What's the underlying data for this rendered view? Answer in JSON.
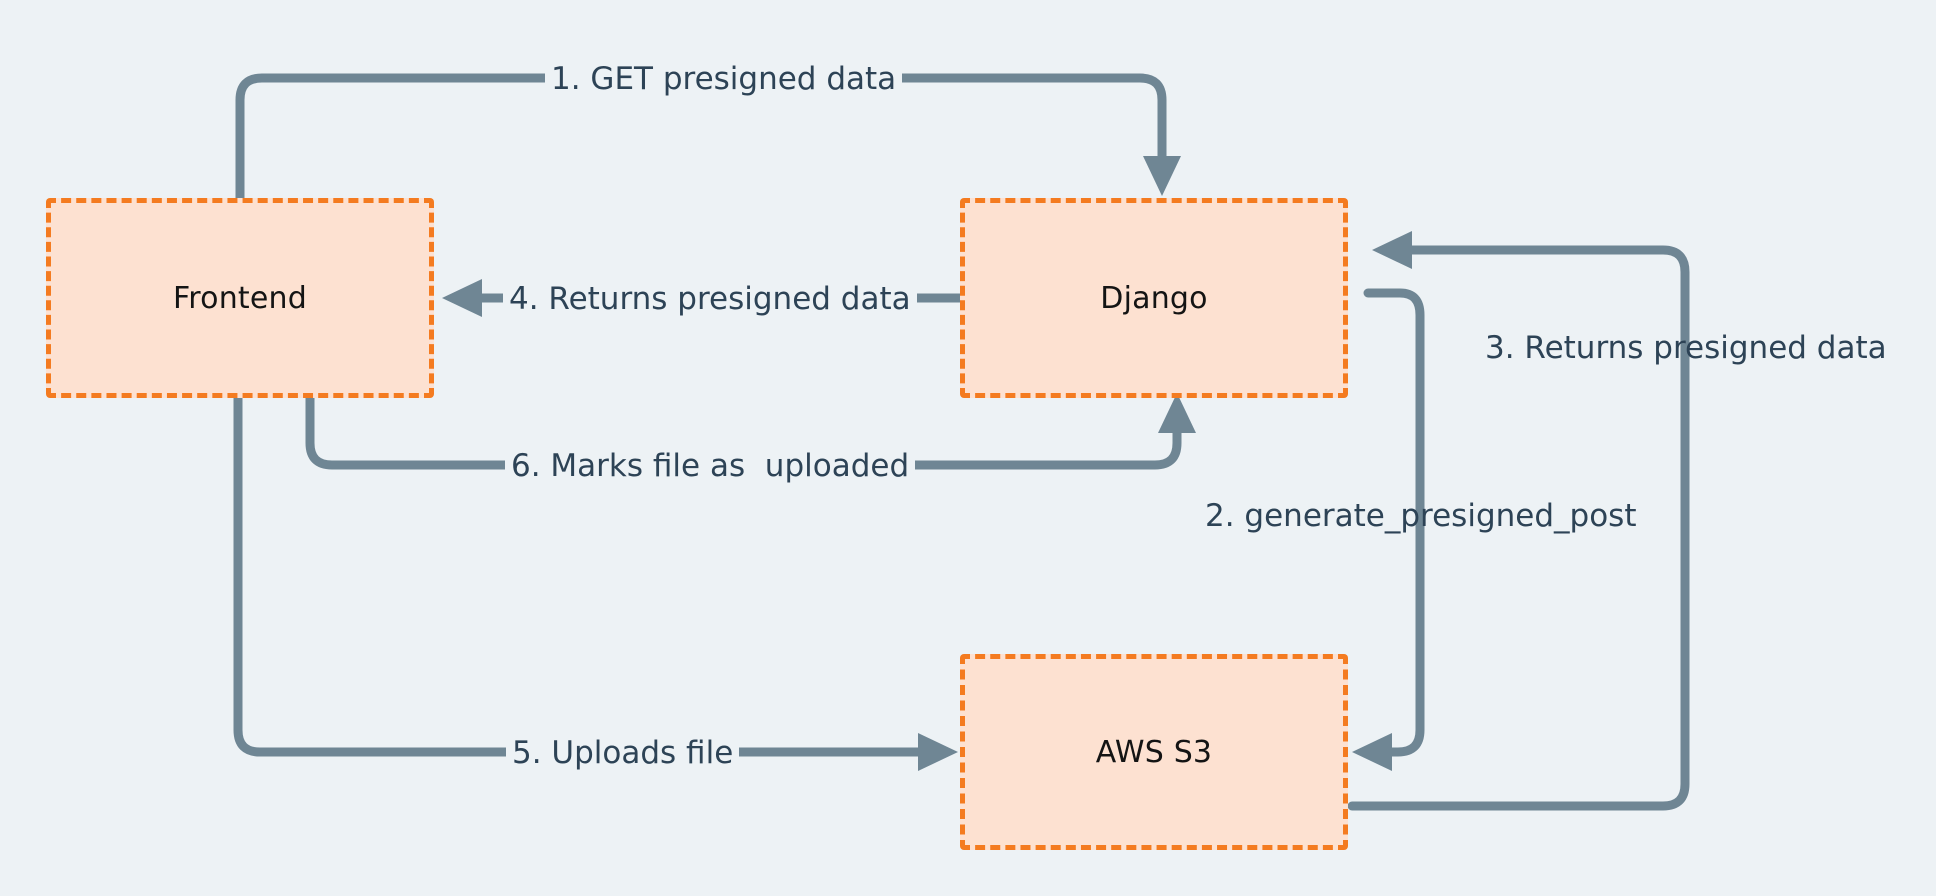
{
  "diagram": {
    "title": "S3 presigned upload flow",
    "background_color": "#edf2f5",
    "node_fill_color": "#fde1d1",
    "node_border_color": "#f47b20",
    "edge_color": "#6f8694",
    "label_text_color": "#2d4356",
    "node_text_color": "#141414"
  },
  "nodes": [
    {
      "id": "frontend",
      "label": "Frontend"
    },
    {
      "id": "django",
      "label": "Django"
    },
    {
      "id": "s3",
      "label": "AWS S3"
    }
  ],
  "edges": [
    {
      "id": "e1",
      "step": "1",
      "label": "1. GET presigned data",
      "from": "frontend",
      "to": "django"
    },
    {
      "id": "e2",
      "step": "2",
      "label": "2. generate_presigned_post",
      "from": "django",
      "to": "s3"
    },
    {
      "id": "e3",
      "step": "3",
      "label": "3. Returns presigned data",
      "from": "s3",
      "to": "django"
    },
    {
      "id": "e4",
      "step": "4",
      "label": "4. Returns presigned data",
      "from": "django",
      "to": "frontend"
    },
    {
      "id": "e5",
      "step": "5",
      "label": "5. Uploads file",
      "from": "frontend",
      "to": "s3"
    },
    {
      "id": "e6",
      "step": "6",
      "label": "6. Marks file as  uploaded",
      "from": "frontend",
      "to": "django"
    }
  ]
}
